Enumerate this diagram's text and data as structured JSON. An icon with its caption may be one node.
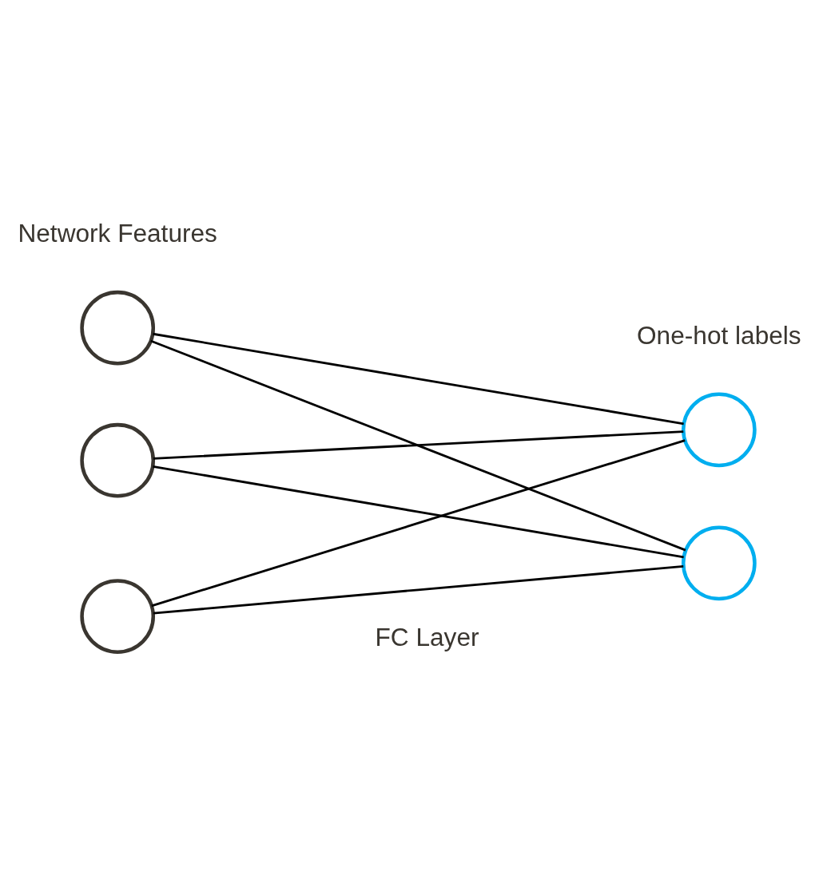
{
  "diagram": {
    "nodes": [
      {
        "text": [],
        "shape": "circle"
      },
      {
        "text": [],
        "shape": "circle"
      },
      {
        "text": [],
        "shape": "circle"
      },
      {
        "text": [],
        "shape": "circle"
      },
      {
        "text": [],
        "shape": "circle"
      }
    ],
    "edges": [
      {
        "from": 0,
        "to": 3,
        "arrow": "none"
      },
      {
        "from": 0,
        "to": 4,
        "arrow": "none"
      },
      {
        "from": 1,
        "to": 3,
        "arrow": "none"
      },
      {
        "from": 1,
        "to": 4,
        "arrow": "none"
      },
      {
        "from": 2,
        "to": 3,
        "arrow": "none"
      },
      {
        "from": 2,
        "to": 4,
        "arrow": "none"
      }
    ],
    "labels": [
      "Network Features",
      "One-hot labels",
      "FC Layer"
    ]
  }
}
